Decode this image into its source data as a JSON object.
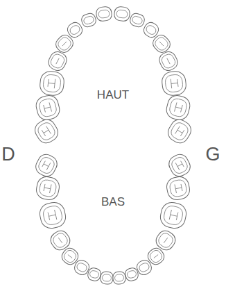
{
  "diagram": {
    "labels": [
      "HAUT",
      "BAS",
      "D",
      "G"
    ]
  }
}
